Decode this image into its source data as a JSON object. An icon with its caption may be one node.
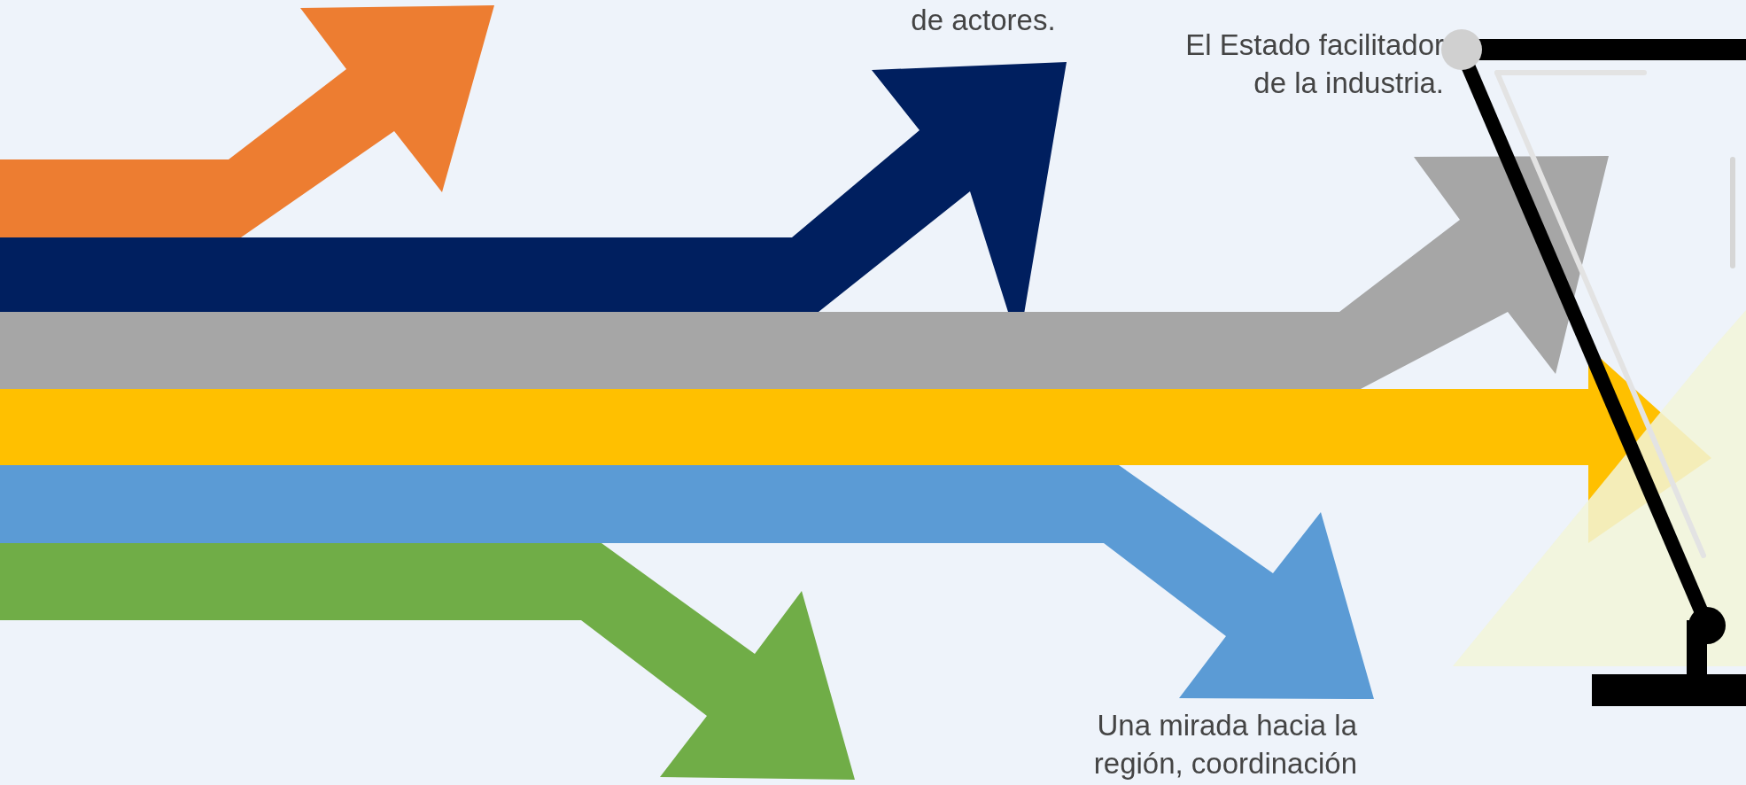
{
  "diagram": {
    "labels": [
      "de actores.",
      "El Estado facilitador de la industria.",
      "Una mirada hacia la región, coordinación"
    ]
  }
}
